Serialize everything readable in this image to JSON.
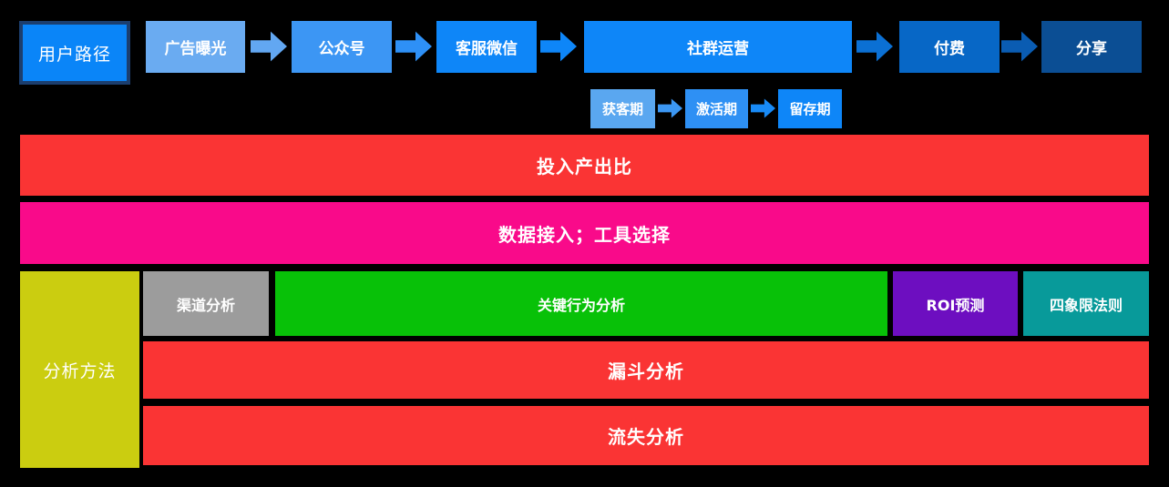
{
  "colors": {
    "background": "#000000",
    "red": "#fa3434",
    "pink": "#f90a8a",
    "yellow": "#cbcd10",
    "gray": "#9c9c9c",
    "green": "#08c108",
    "purple": "#6d0ec0",
    "teal": "#089a9a",
    "text": "#ffffff"
  },
  "user_path": {
    "label": "用户路径",
    "label_fill": "#0a85f8",
    "label_border": "#1c3e6e",
    "steps": [
      {
        "label": "广告曝光",
        "fill": "#6aabf1"
      },
      {
        "label": "公众号",
        "fill": "#3c96f4"
      },
      {
        "label": "客服微信",
        "fill": "#0e86f8"
      },
      {
        "label": "社群运营",
        "fill": "#0e86f8"
      },
      {
        "label": "付费",
        "fill": "#0767c6"
      },
      {
        "label": "分享",
        "fill": "#0b4e94"
      }
    ],
    "arrows": [
      {
        "name": "arrow-ad-to-account",
        "fill": "#62a7f2"
      },
      {
        "name": "arrow-account-to-wechat",
        "fill": "#2e90f6"
      },
      {
        "name": "arrow-wechat-to-community",
        "fill": "#0e86f8"
      },
      {
        "name": "arrow-community-to-pay",
        "fill": "#0b70d4"
      },
      {
        "name": "arrow-pay-to-share",
        "fill": "#0a5cb2"
      }
    ]
  },
  "phases": {
    "steps": [
      {
        "label": "获客期",
        "fill": "#5aa7f0"
      },
      {
        "label": "激活期",
        "fill": "#2e90f4"
      },
      {
        "label": "留存期",
        "fill": "#0e86f8"
      }
    ],
    "arrows": [
      {
        "name": "arrow-acquire-to-activate",
        "fill": "#3c97f3"
      },
      {
        "name": "arrow-activate-to-retain",
        "fill": "#188af6"
      }
    ]
  },
  "bars": {
    "roi_ratio": "投入产出比",
    "data_tools": "数据接入；工具选择"
  },
  "analysis": {
    "title": "分析方法",
    "title_fill": "#cbcd10",
    "cells": [
      {
        "label": "渠道分析",
        "fill": "#9c9c9c"
      },
      {
        "label": "关键行为分析",
        "fill": "#08c108"
      },
      {
        "label": "ROI预测",
        "fill": "#6d0ec0"
      },
      {
        "label": "四象限法则",
        "fill": "#089a9a"
      }
    ],
    "funnel": "漏斗分析",
    "churn": "流失分析",
    "bar_fill": "#fa3434"
  }
}
